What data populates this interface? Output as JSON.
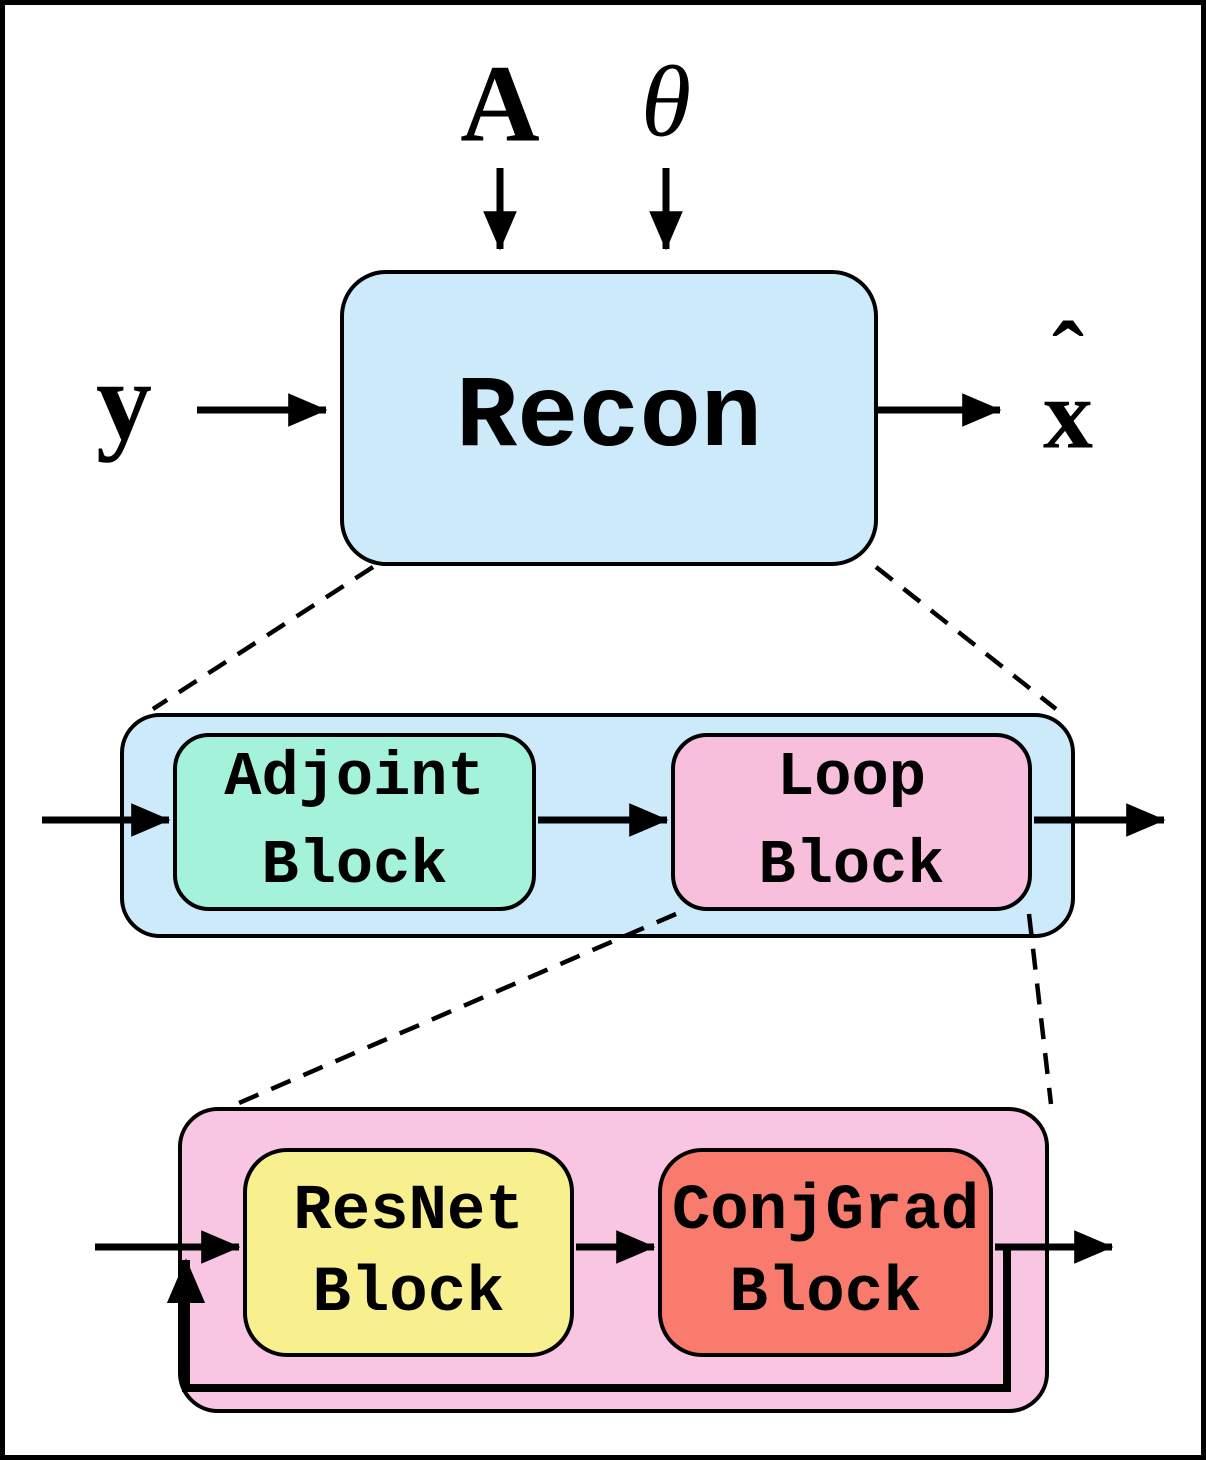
{
  "colors": {
    "light_blue": "#cdeafb",
    "mint": "#a4f2da",
    "pink_block": "#f7bfdb",
    "pink_container": "#f8c6e2",
    "yellow": "#f8ef8e",
    "salmon": "#f87b6e",
    "stroke": "#000000",
    "background": "#ffffff"
  },
  "top_level": {
    "operator_input": "A",
    "parameter_input": "θ",
    "signal_input": "y",
    "output_base": "x",
    "output_hat": "ˆ",
    "recon_label": "Recon"
  },
  "recon_detail": {
    "adjoint_block": {
      "line1": "Adjoint",
      "line2": "Block"
    },
    "loop_block": {
      "line1": "Loop",
      "line2": "Block"
    }
  },
  "loop_detail": {
    "resnet_block": {
      "line1": "ResNet",
      "line2": "Block"
    },
    "conjgrad_block": {
      "line1": "ConjGrad",
      "line2": "Block"
    }
  }
}
